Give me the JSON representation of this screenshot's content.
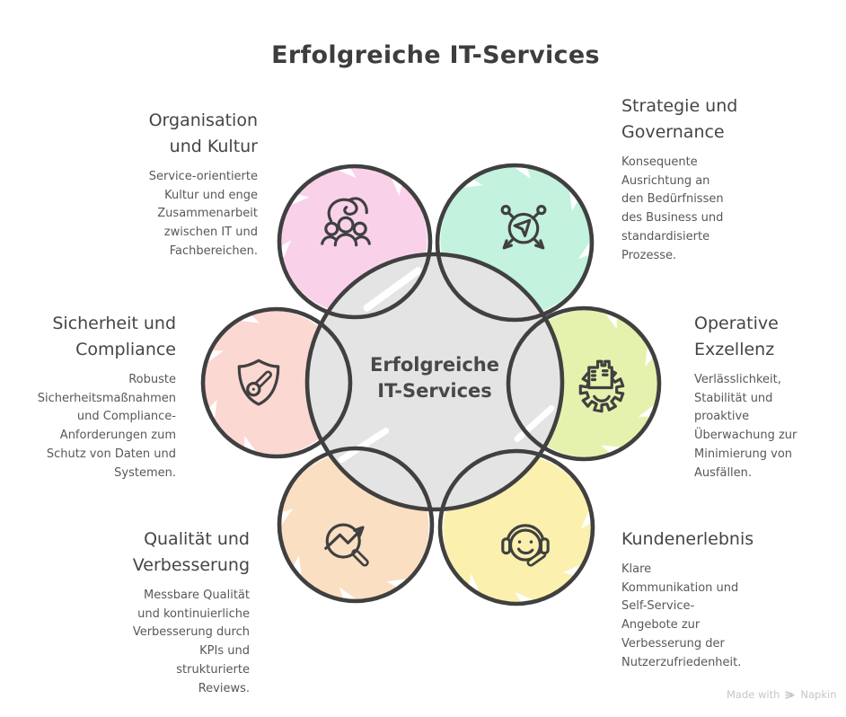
{
  "page_title": "Erfolgreiche IT-Services",
  "center_label": "Erfolgreiche\nIT-Services",
  "watermark": {
    "text": "Made with",
    "brand": "Napkin"
  },
  "colors": {
    "outline": "#404040",
    "center_fill": "#e4e4e4",
    "heading_text": "#3d3d3d",
    "body_text": "#585858"
  },
  "sections": [
    {
      "id": "organisation",
      "title": "Organisation\nund Kultur",
      "body": "Service-orientierte Kultur und enge Zusammenarbeit zwischen IT und Fachbereichen.",
      "color": "#f9d2ea",
      "icon": "team-icon"
    },
    {
      "id": "strategie",
      "title": "Strategie und\nGovernance",
      "body": "Konsequente Ausrichtung an den Bedürfnissen des Business und standardisierte Prozesse.",
      "color": "#c3f2de",
      "icon": "strategy-compass-icon"
    },
    {
      "id": "sicherheit",
      "title": "Sicherheit und\nCompliance",
      "body": "Robuste Sicherheitsmaßnahmen und Compliance-Anforderungen zum Schutz von Daten und Systemen.",
      "color": "#fcd8d2",
      "icon": "shield-key-icon"
    },
    {
      "id": "operative",
      "title": "Operative\nExzellenz",
      "body": "Verlässlichkeit, Stabilität und proaktive Überwachung zur Minimierung von Ausfällen.",
      "color": "#e5f2ae",
      "icon": "gear-factory-icon"
    },
    {
      "id": "qualitaet",
      "title": "Qualität und\nVerbesserung",
      "body": "Messbare Qualität und kontinuierliche Verbesserung durch KPIs und strukturierte Reviews.",
      "color": "#fbdfc2",
      "icon": "magnifier-trend-icon"
    },
    {
      "id": "kunden",
      "title": "Kundenerlebnis",
      "body": "Klare Kommunikation und Self-Service-Angebote zur Verbesserung der Nutzerzufriedenheit.",
      "color": "#fbf0ae",
      "icon": "headset-smiley-icon"
    }
  ]
}
